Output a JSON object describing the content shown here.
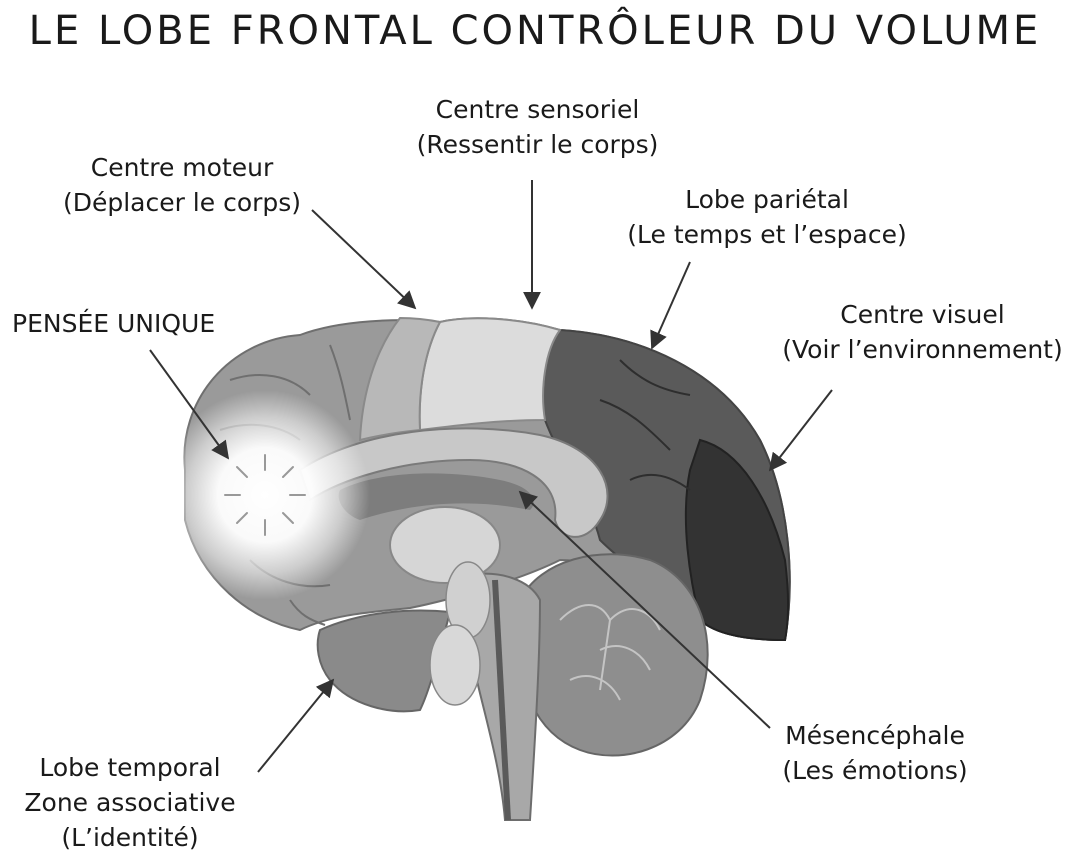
{
  "title": "LE LOBE FRONTAL CONTRÔLEUR DU VOLUME",
  "labels": {
    "motor": {
      "line1": "Centre moteur",
      "line2": "(Déplacer le corps)"
    },
    "sensory": {
      "line1": "Centre sensoriel",
      "line2": "(Ressentir le corps)"
    },
    "parietal": {
      "line1": "Lobe pariétal",
      "line2": "(Le temps et l’espace)"
    },
    "single_thought": {
      "line1": "PENSÉE UNIQUE"
    },
    "visual": {
      "line1": "Centre visuel",
      "line2": "(Voir l’environnement)"
    },
    "midbrain": {
      "line1": "Mésencéphale",
      "line2": "(Les émotions)"
    },
    "temporal": {
      "line1": "Lobe temporal",
      "line2": "Zone associative",
      "line3": "(L’identité)"
    }
  }
}
